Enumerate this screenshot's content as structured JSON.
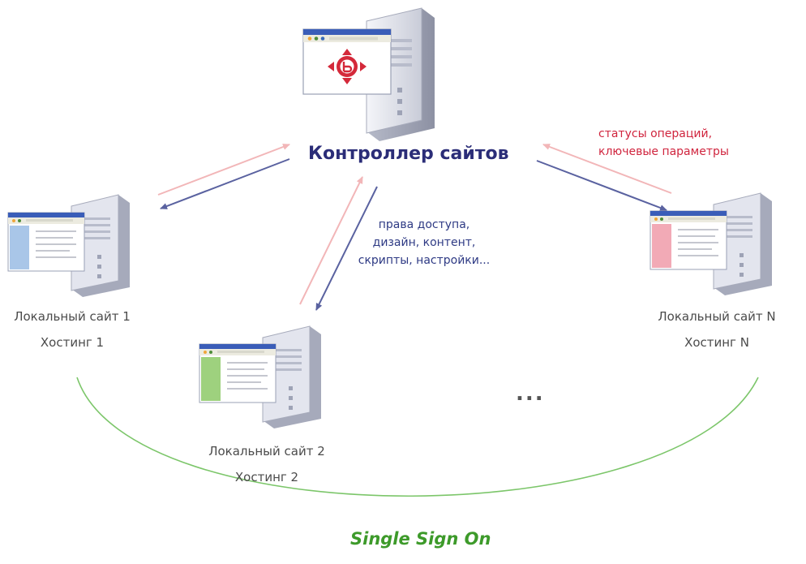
{
  "controller": {
    "title": "Контроллер сайтов"
  },
  "flows": {
    "down_lines": [
      "права доступа,",
      "дизайн, контент,",
      "скрипты, настройки..."
    ],
    "up_lines": [
      "статусы операций,",
      "ключевые параметры"
    ]
  },
  "sites": [
    {
      "name": "Локальный сайт 1",
      "hosting": "Хостинг 1",
      "accent": "#a9c6e8"
    },
    {
      "name": "Локальный сайт 2",
      "hosting": "Хостинг 2",
      "accent": "#9ed17e"
    },
    {
      "name": "Локальный сайт N",
      "hosting": "Хостинг N",
      "accent": "#f2aab6"
    }
  ],
  "ellipsis": "...",
  "sso_label": "Single Sign On",
  "colors": {
    "down_arrow": "#5a62a0",
    "up_arrow": "#f2b6b8",
    "sso_arc": "#7cc66a",
    "title": "#2b2d78",
    "red_text": "#d0253e"
  },
  "icons": {
    "controller": "bitrix-logo-icon",
    "server": "server-tower-icon",
    "browser": "browser-window-icon"
  }
}
